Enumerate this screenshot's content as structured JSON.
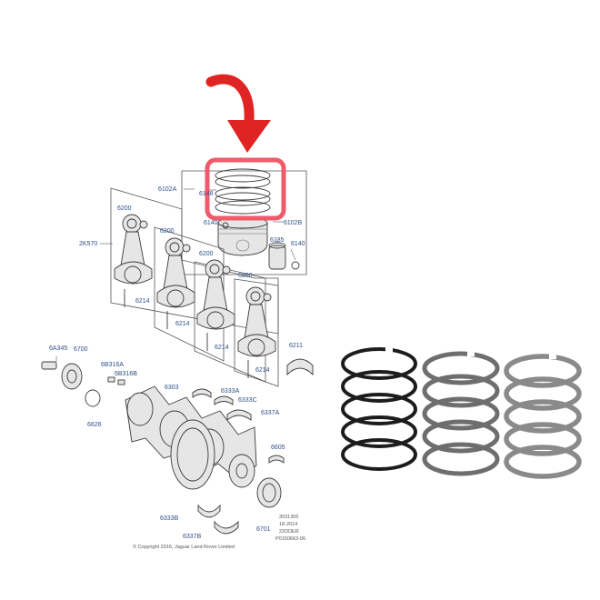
{
  "callouts": [
    {
      "id": "6102A",
      "text": "6102A"
    },
    {
      "id": "6148",
      "text": "6148"
    },
    {
      "id": "6140a",
      "text": "6140"
    },
    {
      "id": "6102B",
      "text": "6102B"
    },
    {
      "id": "6135",
      "text": "6135"
    },
    {
      "id": "6140b",
      "text": "6140"
    },
    {
      "id": "6200a",
      "text": "6200"
    },
    {
      "id": "6200b",
      "text": "6200"
    },
    {
      "id": "6200c",
      "text": "6200"
    },
    {
      "id": "6200d",
      "text": "6200"
    },
    {
      "id": "2K570",
      "text": "2K570"
    },
    {
      "id": "6214a",
      "text": "6214"
    },
    {
      "id": "6214b",
      "text": "6214"
    },
    {
      "id": "6214c",
      "text": "6214"
    },
    {
      "id": "6214d",
      "text": "6214"
    },
    {
      "id": "6211",
      "text": "6211"
    },
    {
      "id": "6A345",
      "text": "6A345"
    },
    {
      "id": "6700",
      "text": "6700"
    },
    {
      "id": "6B316A",
      "text": "6B316A"
    },
    {
      "id": "6B316B",
      "text": "6B316B"
    },
    {
      "id": "6303",
      "text": "6303"
    },
    {
      "id": "6333A",
      "text": "6333A"
    },
    {
      "id": "6333C",
      "text": "6333C"
    },
    {
      "id": "6337A",
      "text": "6337A"
    },
    {
      "id": "6626",
      "text": "6626"
    },
    {
      "id": "6605",
      "text": "6605"
    },
    {
      "id": "6333B",
      "text": "6333B"
    },
    {
      "id": "6337B",
      "text": "6337B"
    },
    {
      "id": "6701",
      "text": "6701"
    }
  ],
  "drawing_notes": [
    "3031305",
    "18-2014",
    "22DDER",
    "P0150663-06"
  ],
  "copyright": "© Copyright 2016, Jaguar Land Rover Limited",
  "colors": {
    "arrow": "#e02424",
    "highlight": "#ef5b6b",
    "callout_text": "#2d4f8a",
    "ring_compression": "#1c1c1c",
    "ring_second": "#6e6e6e",
    "ring_oil": "#8a8a8a"
  },
  "icons": [
    "red-arrow-icon",
    "highlight-frame"
  ]
}
